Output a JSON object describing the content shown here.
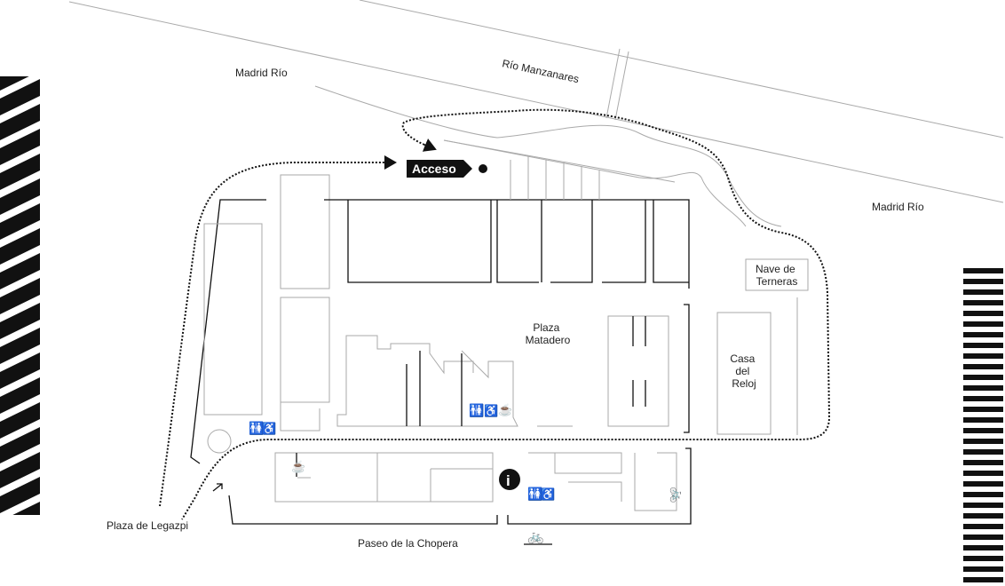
{
  "labels": {
    "madrid_rio_west": "Madrid Río",
    "madrid_rio_east": "Madrid Río",
    "rio_manzanares": "Río Manzanares",
    "acceso": "Acceso",
    "plaza_matadero": [
      "Plaza",
      "Matadero"
    ],
    "nave_de_terneras": [
      "Nave de",
      "Terneras"
    ],
    "casa_del_reloj": [
      "Casa",
      "del",
      "Reloj"
    ],
    "plaza_de_legazpi": "Plaza de Legazpi",
    "paseo_de_la_chopera": "Paseo de la Chopera"
  },
  "icons": [
    "toilets-icon",
    "accessible-icon",
    "cafe-icon",
    "info-icon",
    "bicycle-icon",
    "access-point-icon"
  ],
  "colors": {
    "ink": "#111111",
    "line": "#aaaaaa",
    "background": "#ffffff"
  }
}
